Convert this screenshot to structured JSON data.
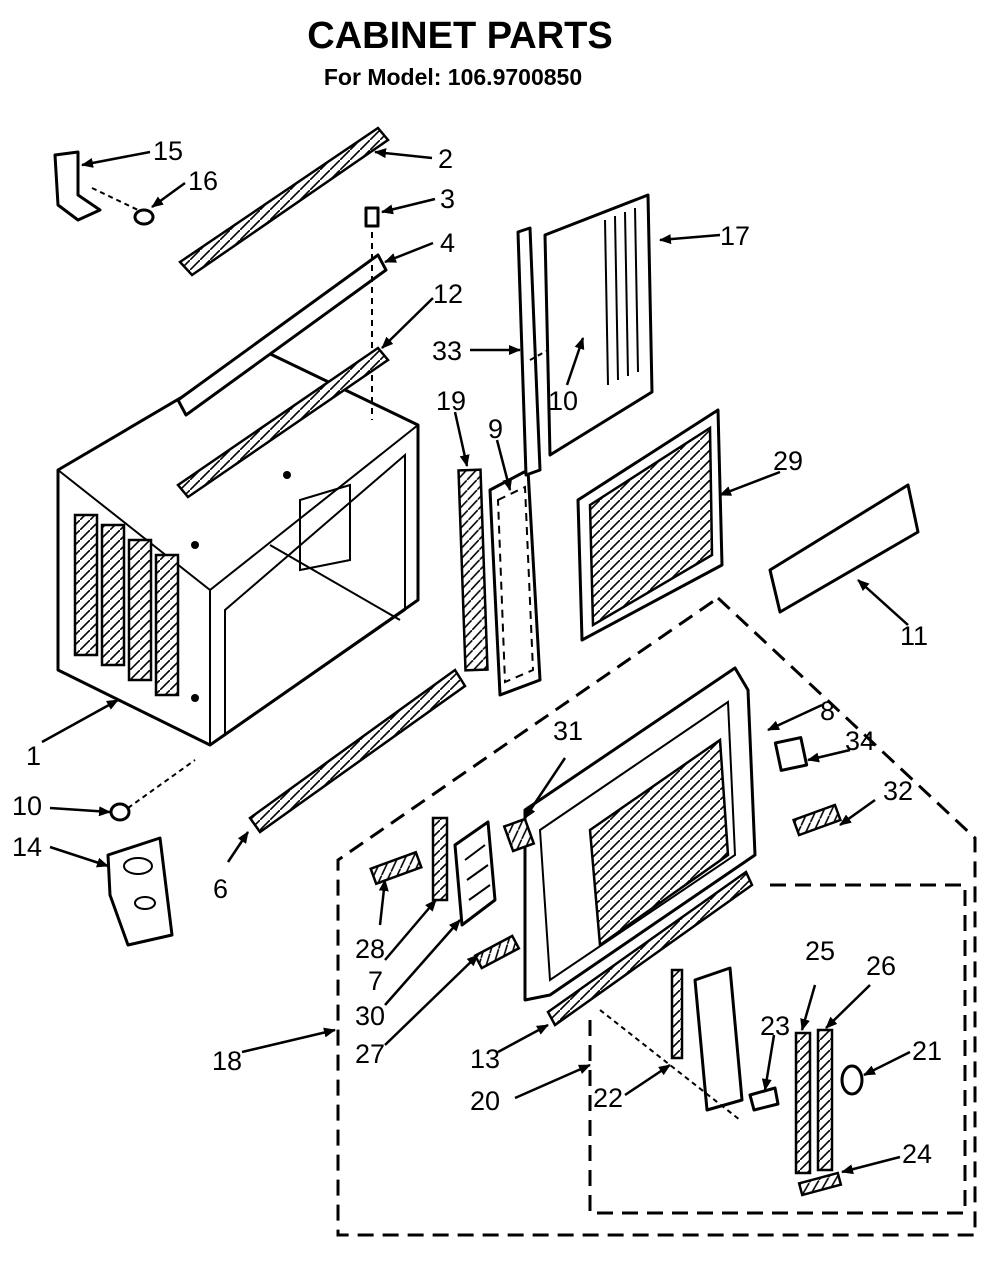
{
  "title": "CABINET PARTS",
  "subtitle": "For Model: 106.9700850",
  "labels": {
    "p1": "1",
    "p2": "2",
    "p3": "3",
    "p4": "4",
    "p6": "6",
    "p7": "7",
    "p8": "8",
    "p9": "9",
    "p10a": "10",
    "p10b": "10",
    "p11": "11",
    "p12": "12",
    "p13": "13",
    "p14": "14",
    "p15": "15",
    "p16": "16",
    "p17": "17",
    "p18": "18",
    "p19": "19",
    "p20": "20",
    "p21": "21",
    "p22": "22",
    "p23": "23",
    "p24": "24",
    "p25": "25",
    "p26": "26",
    "p27": "27",
    "p28": "28",
    "p29": "29",
    "p30": "30",
    "p31": "31",
    "p32": "32",
    "p33": "33",
    "p34": "34"
  },
  "colors": {
    "ink": "#000000",
    "paper": "#ffffff"
  }
}
